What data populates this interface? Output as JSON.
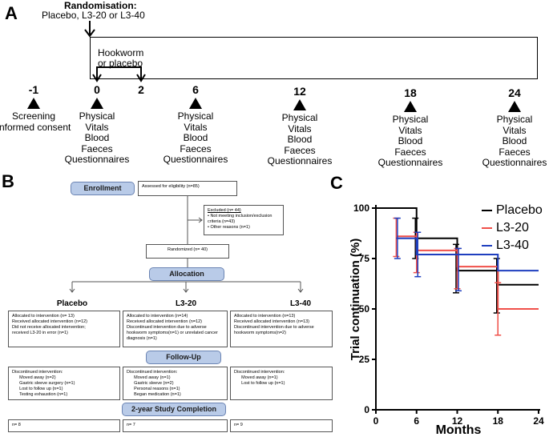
{
  "panel_a": {
    "letter": "A",
    "randomisation_title": "Randomisation:",
    "randomisation_subtitle": "Placebo, L3-20 or L3-40",
    "hookworm_label_line1": "Hookworm",
    "hookworm_label_line2": "or placebo",
    "timepoints": [
      {
        "label": "-1",
        "items": [
          "Screening",
          "Informed consent"
        ]
      },
      {
        "label": "0",
        "items": [
          "Physical",
          "Vitals",
          "Blood",
          "Faeces",
          "Questionnaires"
        ]
      },
      {
        "label": "2",
        "items": []
      },
      {
        "label": "6",
        "items": [
          "Physical",
          "Vitals",
          "Blood",
          "Faeces",
          "Questionnaires"
        ]
      },
      {
        "label": "12",
        "items": [
          "Physical",
          "Vitals",
          "Blood",
          "Faeces",
          "Questionnaires"
        ]
      },
      {
        "label": "18",
        "items": [
          "Physical",
          "Vitals",
          "Blood",
          "Faeces",
          "Questionnaires"
        ]
      },
      {
        "label": "24",
        "items": [
          "Physical",
          "Vitals",
          "Blood",
          "Faeces",
          "Questionnaires"
        ]
      }
    ]
  },
  "panel_b": {
    "letter": "B",
    "enrollment": "Enrollment",
    "assessed": "Assessed for eligibility (n=85)",
    "excluded_title": "Excluded  (n= 44)",
    "excluded_items": [
      "• Not meeting inclusion/exclusion",
      "   criteria (n=43)",
      "• Other reasons (n=1)"
    ],
    "randomized": "Randomized (n= 40)",
    "allocation": "Allocation",
    "arms": [
      "Placebo",
      "L3-20",
      "L3-40"
    ],
    "allocation_text": [
      [
        "Allocated to intervention (n= 13)",
        "Received allocated intervention (n=12)",
        "Did not receive allocated intervention;",
        "received L3-20 in error (n=1)"
      ],
      [
        "Allocated to intervention (n=14)",
        "Received allocated intervention (n=12)",
        "Discontinued intervention due to adverse",
        "hookworm symptoms(n=1) or unrelated cancer",
        "diagnosis (n=1)"
      ],
      [
        "Allocated to intervention (n=13)",
        "Received allocated intervention (n=13)",
        "Discontinued intervention due to adverse",
        "hookworm symptoms(n=2)"
      ]
    ],
    "follow_up": "Follow-Up",
    "followup_text": [
      [
        "Discontinued intervention:",
        "      Moved away (n=2)",
        "      Gastric sleeve surgery (n=1)",
        "      Lost to follow up (n=1)",
        "      Testing exhaustion (n=1)"
      ],
      [
        "Discontinued intervention:",
        "      Moved away (n=1)",
        "      Gastric sleeve (n=2)",
        "      Personal reasons (n=1)",
        "      Began medication (n=1)"
      ],
      [
        "Discontinued intervention:",
        "      Moved away (n=1)",
        "      Lost to follow up (n=1)"
      ]
    ],
    "completion": "2-year Study Completion",
    "completion_n": [
      "n= 8",
      "n= 7",
      "n= 9"
    ]
  },
  "panel_c": {
    "letter": "C",
    "colors": {
      "Placebo": "#000000",
      "L3-20": "#f0504a",
      "L3-40": "#1f3fbf"
    }
  },
  "chart_data": {
    "type": "line",
    "title": "",
    "xlabel": "Months",
    "ylabel": "Trial continuation (%)",
    "xlim": [
      0,
      24
    ],
    "ylim": [
      0,
      100
    ],
    "xticks": [
      0,
      6,
      12,
      18,
      24
    ],
    "yticks": [
      0,
      25,
      50,
      75,
      100
    ],
    "legend": "top-right",
    "series": [
      {
        "name": "Placebo",
        "x": [
          0,
          3,
          6,
          12,
          18,
          24
        ],
        "y": [
          100,
          100,
          85,
          69,
          62,
          62
        ],
        "errors": [
          {
            "x": 6,
            "lo": 75,
            "hi": 95
          },
          {
            "x": 12,
            "lo": 58,
            "hi": 82
          },
          {
            "x": 18,
            "lo": 48,
            "hi": 75
          }
        ]
      },
      {
        "name": "L3-20",
        "x": [
          3,
          6,
          12,
          18,
          24
        ],
        "y": [
          86,
          79,
          71,
          50,
          50
        ],
        "errors": [
          {
            "x": 3,
            "lo": 76,
            "hi": 95
          },
          {
            "x": 6,
            "lo": 68,
            "hi": 88
          },
          {
            "x": 12,
            "lo": 60,
            "hi": 80
          },
          {
            "x": 18,
            "lo": 37,
            "hi": 63
          }
        ]
      },
      {
        "name": "L3-40",
        "x": [
          3,
          6,
          12,
          18,
          24
        ],
        "y": [
          85,
          77,
          77,
          69,
          69
        ],
        "errors": [
          {
            "x": 3,
            "lo": 75,
            "hi": 95
          },
          {
            "x": 6,
            "lo": 66,
            "hi": 88
          },
          {
            "x": 12,
            "lo": 59,
            "hi": 80
          }
        ]
      }
    ]
  }
}
